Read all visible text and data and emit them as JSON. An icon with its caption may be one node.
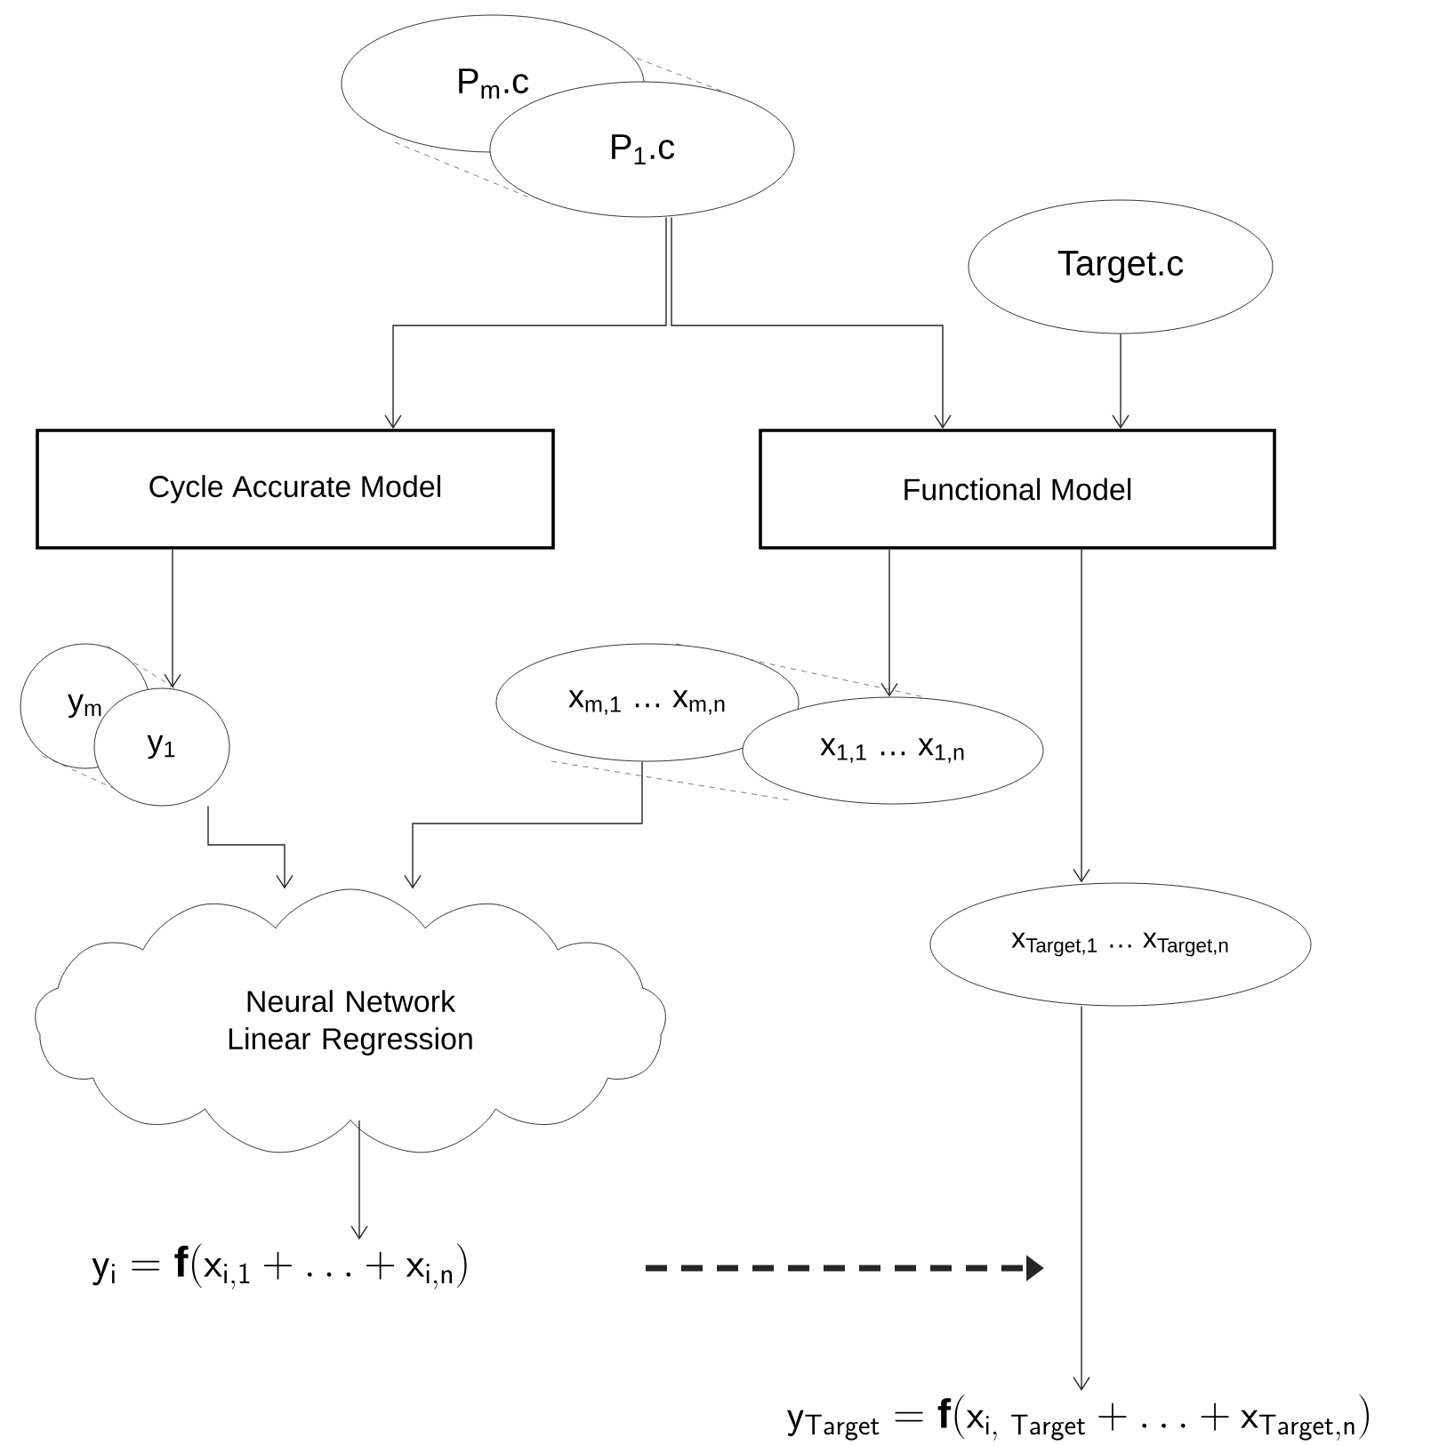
{
  "diagram": {
    "nodes": [
      {
        "text": [
          "P$_{m}$.c"
        ]
      },
      {
        "text": [
          "P$_{1}$.c"
        ]
      },
      {
        "text": [
          "Target.c"
        ]
      },
      {
        "text": [
          "Cycle Accurate Model"
        ]
      },
      {
        "text": [
          "Functional Model"
        ]
      },
      {
        "text": [
          "y$_{m}$"
        ]
      },
      {
        "text": [
          "y$_{1}$"
        ]
      },
      {
        "text": [
          "x$_{m,1}$ … x$_{m,n}$"
        ]
      },
      {
        "text": [
          "x$_{1,1}$ … x$_{1,n}$"
        ]
      },
      {
        "text": [
          "Neural Network Linear Regression"
        ]
      },
      {
        "text": [
          "x$_{Target,1}$ … x$_{Target,n}$"
        ]
      },
      {
        "text": [
          "\\mathsf{y_{i} = \\textbf{f}(x_{i,1} + \\ldots + x_{i,n})}"
        ]
      },
      {
        "text": [
          "\\mathsf{y_{Target} = \\textbf{f}(x_{i,\\ Target} + \\ldots + x_{Target,n})}"
        ]
      }
    ],
    "edges": [
      {
        "from": 1,
        "to": 3,
        "arrow": "to"
      },
      {
        "from": 1,
        "to": 4,
        "arrow": "to"
      },
      {
        "from": 2,
        "to": 4,
        "arrow": "to"
      },
      {
        "from": 3,
        "to": 6,
        "arrow": "to"
      },
      {
        "from": 4,
        "to": 8,
        "arrow": "to"
      },
      {
        "from": 4,
        "to": 10,
        "arrow": "to"
      },
      {
        "from": 6,
        "to": 9,
        "arrow": "to"
      },
      {
        "from": 7,
        "to": 9,
        "arrow": "to"
      },
      {
        "from": 9,
        "to": 11,
        "arrow": "to"
      },
      {
        "from": 10,
        "to": 12,
        "arrow": "to"
      }
    ]
  }
}
